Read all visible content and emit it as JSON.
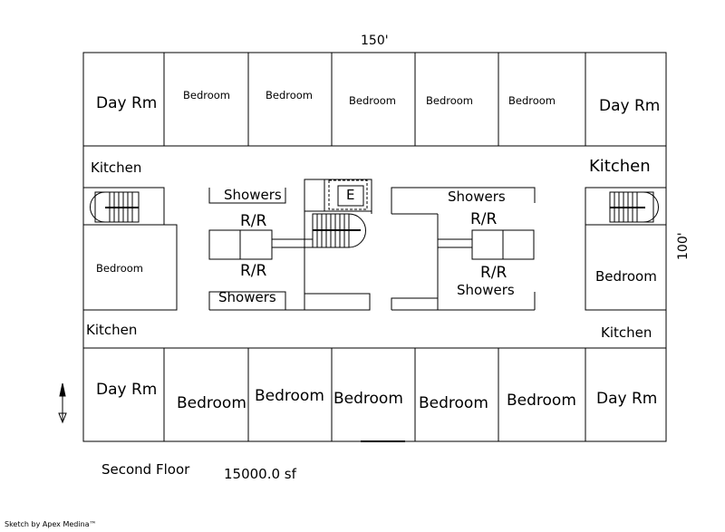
{
  "dimensions": {
    "width": "150'",
    "depth": "100'"
  },
  "rooms": {
    "top_day_rm_left": "Day Rm",
    "top_bedroom_1": "Bedroom",
    "top_bedroom_2": "Bedroom",
    "top_bedroom_3": "Bedroom",
    "top_bedroom_4": "Bedroom",
    "top_bedroom_5": "Bedroom",
    "top_day_rm_right": "Day Rm",
    "kitchen_upper_left": "Kitchen",
    "kitchen_upper_right": "Kitchen",
    "showers_upper_left": "Showers",
    "rr_upper_left": "R/R",
    "elevator": "E",
    "showers_upper_right": "Showers",
    "rr_upper_right": "R/R",
    "rr_lower_left": "R/R",
    "showers_lower_left": "Showers",
    "rr_lower_right": "R/R",
    "showers_lower_right": "Showers",
    "bedroom_mid_left": "Bedroom",
    "bedroom_mid_right": "Bedroom",
    "kitchen_lower_left": "Kitchen",
    "kitchen_lower_right": "Kitchen",
    "bottom_day_rm_left": "Day Rm",
    "bottom_bedroom_1": "Bedroom",
    "bottom_bedroom_2": "Bedroom",
    "bottom_bedroom_3": "Bedroom",
    "bottom_bedroom_4": "Bedroom",
    "bottom_bedroom_5": "Bedroom",
    "bottom_day_rm_right": "Day Rm"
  },
  "footer": {
    "floor_name": "Second Floor",
    "area": "15000.0 sf",
    "credit": "Sketch by Apex Medina™"
  }
}
